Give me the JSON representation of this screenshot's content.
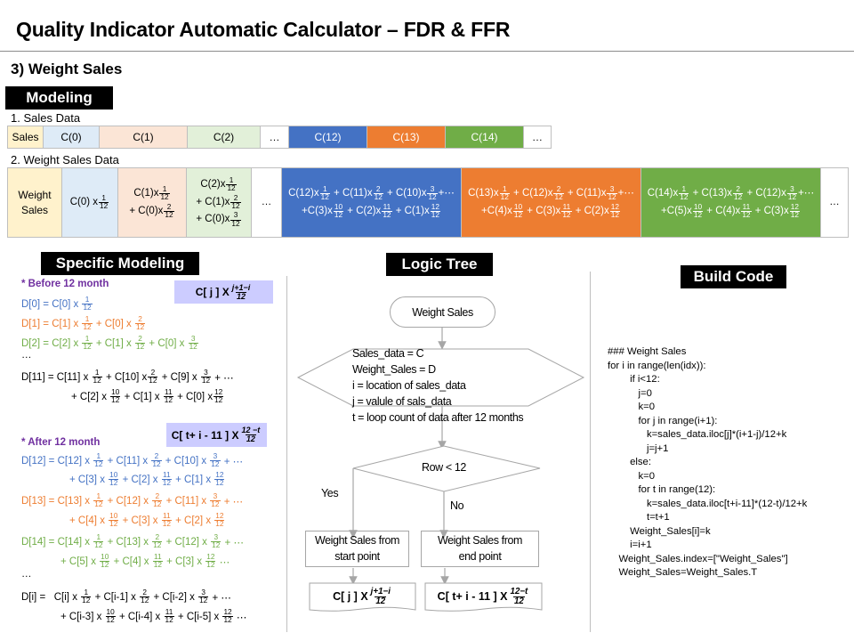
{
  "header": {
    "title": "Quality Indicator Automatic Calculator – FDR & FFR",
    "section": "3) Weight Sales"
  },
  "modeling": {
    "label": "Modeling",
    "sales_data_label": "1. Sales Data",
    "sales_data_cells": [
      "Sales",
      "C(0)",
      "C(1)",
      "C(2)",
      "…",
      "C(12)",
      "C(13)",
      "C(14)",
      "…"
    ],
    "weight_sales_label": "2. Weight Sales Data",
    "weight_header_line1": "Weight",
    "weight_header_line2": "Sales",
    "ellipsis": "…",
    "w_c0": {
      "t1": "C(0) x",
      "n1": "1",
      "d": "12"
    },
    "w_c1": {
      "t1": "C(1)x",
      "n1": "1",
      "t2": "+ C(0)x",
      "n2": "2",
      "d": "12"
    },
    "w_c2": {
      "t1": "C(2)x",
      "n1": "1",
      "t2": "+ C(1)x",
      "n2": "2",
      "t3": "+ C(0)x",
      "n3": "3",
      "d": "12"
    },
    "w_c12": {
      "a1": "C(12)x",
      "a2": "+ C(11)x",
      "a3": "+ C(10)x",
      "a4": "+⋯",
      "b1": "+C(3)x",
      "b2": "+ C(2)x",
      "b3": "+ C(1)x"
    },
    "w_c13": {
      "a1": "C(13)x",
      "a2": "+ C(12)x",
      "a3": "+ C(11)x",
      "a4": "+⋯",
      "b1": "+C(4)x",
      "b2": "+ C(3)x",
      "b3": "+ C(2)x"
    },
    "w_c14": {
      "a1": "C(14)x",
      "a2": "+ C(13)x",
      "a3": "+ C(12)x",
      "a4": "+⋯",
      "b1": "+C(5)x",
      "b2": "+ C(4)x",
      "b3": "+ C(3)x"
    },
    "fracs": {
      "n1": "1",
      "n2": "2",
      "n3": "3",
      "n10": "10",
      "n11": "11",
      "n12": "12",
      "d": "12"
    }
  },
  "specific_modeling": {
    "label": "Specific Modeling",
    "before_label": "* Before 12 month",
    "after_label": "* After 12 month",
    "formula_before": {
      "text": "C[ j ] X",
      "num": "j+1−i",
      "den": "12"
    },
    "formula_after": {
      "text": "C[ t+ i - 11 ] X",
      "num": "12 −t",
      "den": "12"
    },
    "d0": {
      "lhs": "D[0] = C[0] x"
    },
    "d1": {
      "lhs": "D[1] = C[1] x",
      "t2": "+ C[0] x"
    },
    "d2": {
      "lhs": "D[2] = C[2] x",
      "t2": "+ C[1] x",
      "t3": "+ C[0] x"
    },
    "ellipsis": "…",
    "d11": {
      "lhs": "D[11] = C[11] x",
      "t2": "+ C[10] x",
      "t3": "+ C[9] x",
      "tail": "+ ⋯",
      "b1": "+ C[2] x",
      "b2": "+ C[1] x",
      "b3": "+ C[0] x"
    },
    "d12": {
      "lhs": "D[12] = C[12] x",
      "t2": "+ C[11] x",
      "t3": "+ C[10] x",
      "tail": "+ ⋯",
      "b1": "+ C[3] x",
      "b2": "+ C[2] x",
      "b3": "+ C[1] x"
    },
    "d13": {
      "lhs": "D[13] =  C[13] x",
      "t2": "+ C[12] x",
      "t3": "+ C[11] x",
      "tail": "+ ⋯",
      "b1": "+ C[4] x",
      "b2": "+ C[3] x",
      "b3": "+ C[2] x"
    },
    "d14": {
      "lhs": "D[14] =  C[14] x",
      "t2": "+ C[13] x",
      "t3": "+ C[12] x",
      "tail": "+ ⋯",
      "b1": "+ C[5] x",
      "b2": "+ C[4] x",
      "b3": "+ C[3] x",
      "btail": "⋯"
    },
    "di": {
      "lhs": "D[i] =   C[i] x",
      "t2": "+ C[i-1] x",
      "t3": "+ C[i-2] x",
      "tail": "+ ⋯",
      "b1": "+ C[i-3] x",
      "b2": "+ C[i-4] x",
      "b3": "+ C[i-5] x",
      "btail": "⋯"
    }
  },
  "logic_tree": {
    "label": "Logic Tree",
    "start": "Weight Sales",
    "prep_lines": [
      "Sales_data = C",
      "Weight_Sales = D",
      "i = location of sales_data",
      "j = valule of sals_data",
      "t = loop count of data after 12 months"
    ],
    "decision": "Row < 12",
    "yes_label": "Yes",
    "no_label": "No",
    "yes_box_line1": "Weight Sales from",
    "yes_box_line2": "start point",
    "no_box_line1": "Weight Sales from",
    "no_box_line2": "end point",
    "yes_output": {
      "text": "C[ j ] X",
      "num": "j+1−i",
      "den": "12"
    },
    "no_output": {
      "text": "C[ t+ i - 11 ] X",
      "num": "12−t",
      "den": "12"
    }
  },
  "build_code": {
    "label": "Build Code",
    "code": "### Weight Sales\nfor i in range(len(idx)):\n        if i<12:\n           j=0\n           k=0\n           for j in range(i+1):\n              k=sales_data.iloc[j]*(i+1-j)/12+k\n              j=j+1\n        else:\n           k=0\n           for t in range(12):\n              k=sales_data.iloc[t+i-11]*(12-t)/12+k\n              t=t+1\n        Weight_Sales[i]=k\n        i=i+1\n    Weight_Sales.index=[\"Weight_Sales\"]\n    Weight_Sales=Weight_Sales.T"
  },
  "colors": {
    "month0": "#4472c4",
    "month1": "#ed7d31",
    "month2": "#70ad47",
    "highlight_box": "#ccccff",
    "section_note": "#7030a0"
  }
}
